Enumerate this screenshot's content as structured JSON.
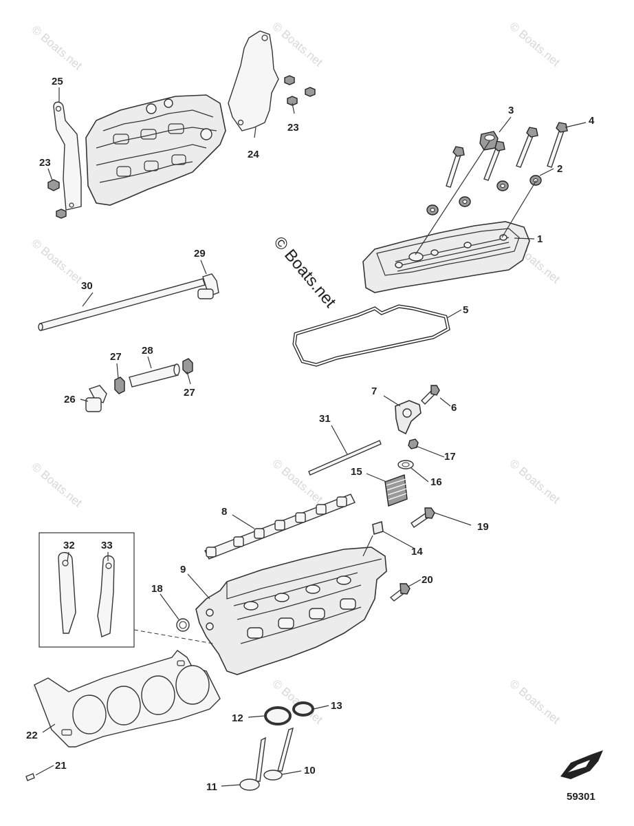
{
  "watermark": "© Boats.net",
  "diagram_number": "59301",
  "callouts": [
    "1",
    "2",
    "3",
    "4",
    "5",
    "6",
    "7",
    "8",
    "9",
    "10",
    "11",
    "12",
    "13",
    "14",
    "15",
    "16",
    "17",
    "18",
    "19",
    "20",
    "21",
    "22",
    "23",
    "24",
    "25",
    "26",
    "27",
    "28",
    "29",
    "30",
    "31",
    "32",
    "33"
  ]
}
